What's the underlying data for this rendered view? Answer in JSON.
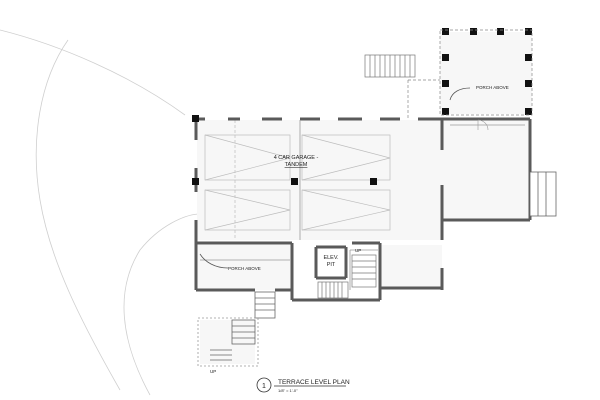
{
  "labels": {
    "garage_line1": "4 CAR GARAGE -",
    "garage_line2": "TANDEM",
    "elev_line1": "ELEV.",
    "elev_line2": "PIT",
    "up_stair_center": "UP",
    "up_stair_bottom": "UP",
    "porch_above_top": "PORCH ABOVE",
    "porch_above_left": "PORCH ABOVE"
  },
  "title_block": {
    "number": "1",
    "title": "TERRACE LEVEL PLAN",
    "scale": "1/8\" = 1'-0\""
  },
  "colors": {
    "wall": "#5a5a5a",
    "column": "#111111",
    "floor": "#f7f7f7",
    "line": "#b8b8b8"
  }
}
